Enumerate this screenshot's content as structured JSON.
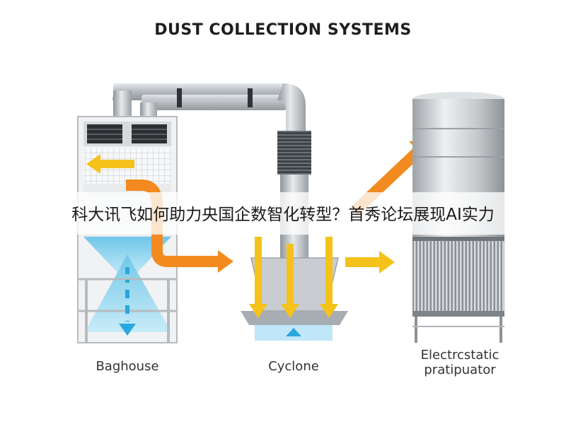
{
  "diagram": {
    "title": "DUST COLLECTION SYSTEMS",
    "units": [
      {
        "id": "baghouse",
        "label": "Baghouse"
      },
      {
        "id": "cyclone",
        "label": "Cyclone"
      },
      {
        "id": "esp",
        "label_line1": "Electrcstatic",
        "label_line2": "pratipuator"
      }
    ]
  },
  "overlay": {
    "caption": "科大讯飞如何助力央国企数智化转型？首秀论坛展现AI实力"
  },
  "colors": {
    "arrow_orange": "#f28a1f",
    "arrow_yellow": "#f5c21b",
    "airflow_blue": "#86d0ec",
    "airflow_arrow": "#2aa7df",
    "steel": "#b9bec3"
  }
}
